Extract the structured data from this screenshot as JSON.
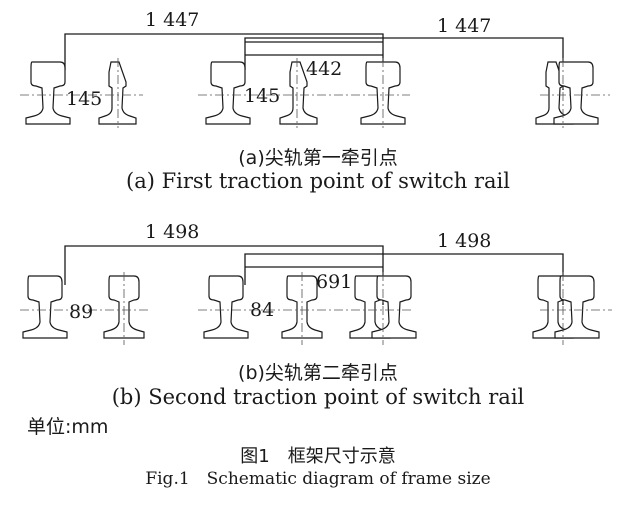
{
  "panel_a": {
    "dim_total_left": "1 447",
    "dim_total_right": "1 447",
    "dim_inner_left": "145",
    "dim_inner_mid": "145",
    "dim_offset": "442",
    "caption_cn": "(a)尖轨第一牵引点",
    "caption_en": "(a) First traction point of switch rail"
  },
  "panel_b": {
    "dim_total_left": "1 498",
    "dim_total_right": "1 498",
    "dim_inner_left": "89",
    "dim_inner_mid": "84",
    "dim_offset": "691",
    "caption_cn": "(b)尖轨第二牵引点",
    "caption_en": "(b) Second traction point of switch rail"
  },
  "unit_label": "单位:mm",
  "figure": {
    "title_cn": "图1　框架尺寸示意",
    "title_en": "Fig.1 Schematic diagram of frame size"
  }
}
